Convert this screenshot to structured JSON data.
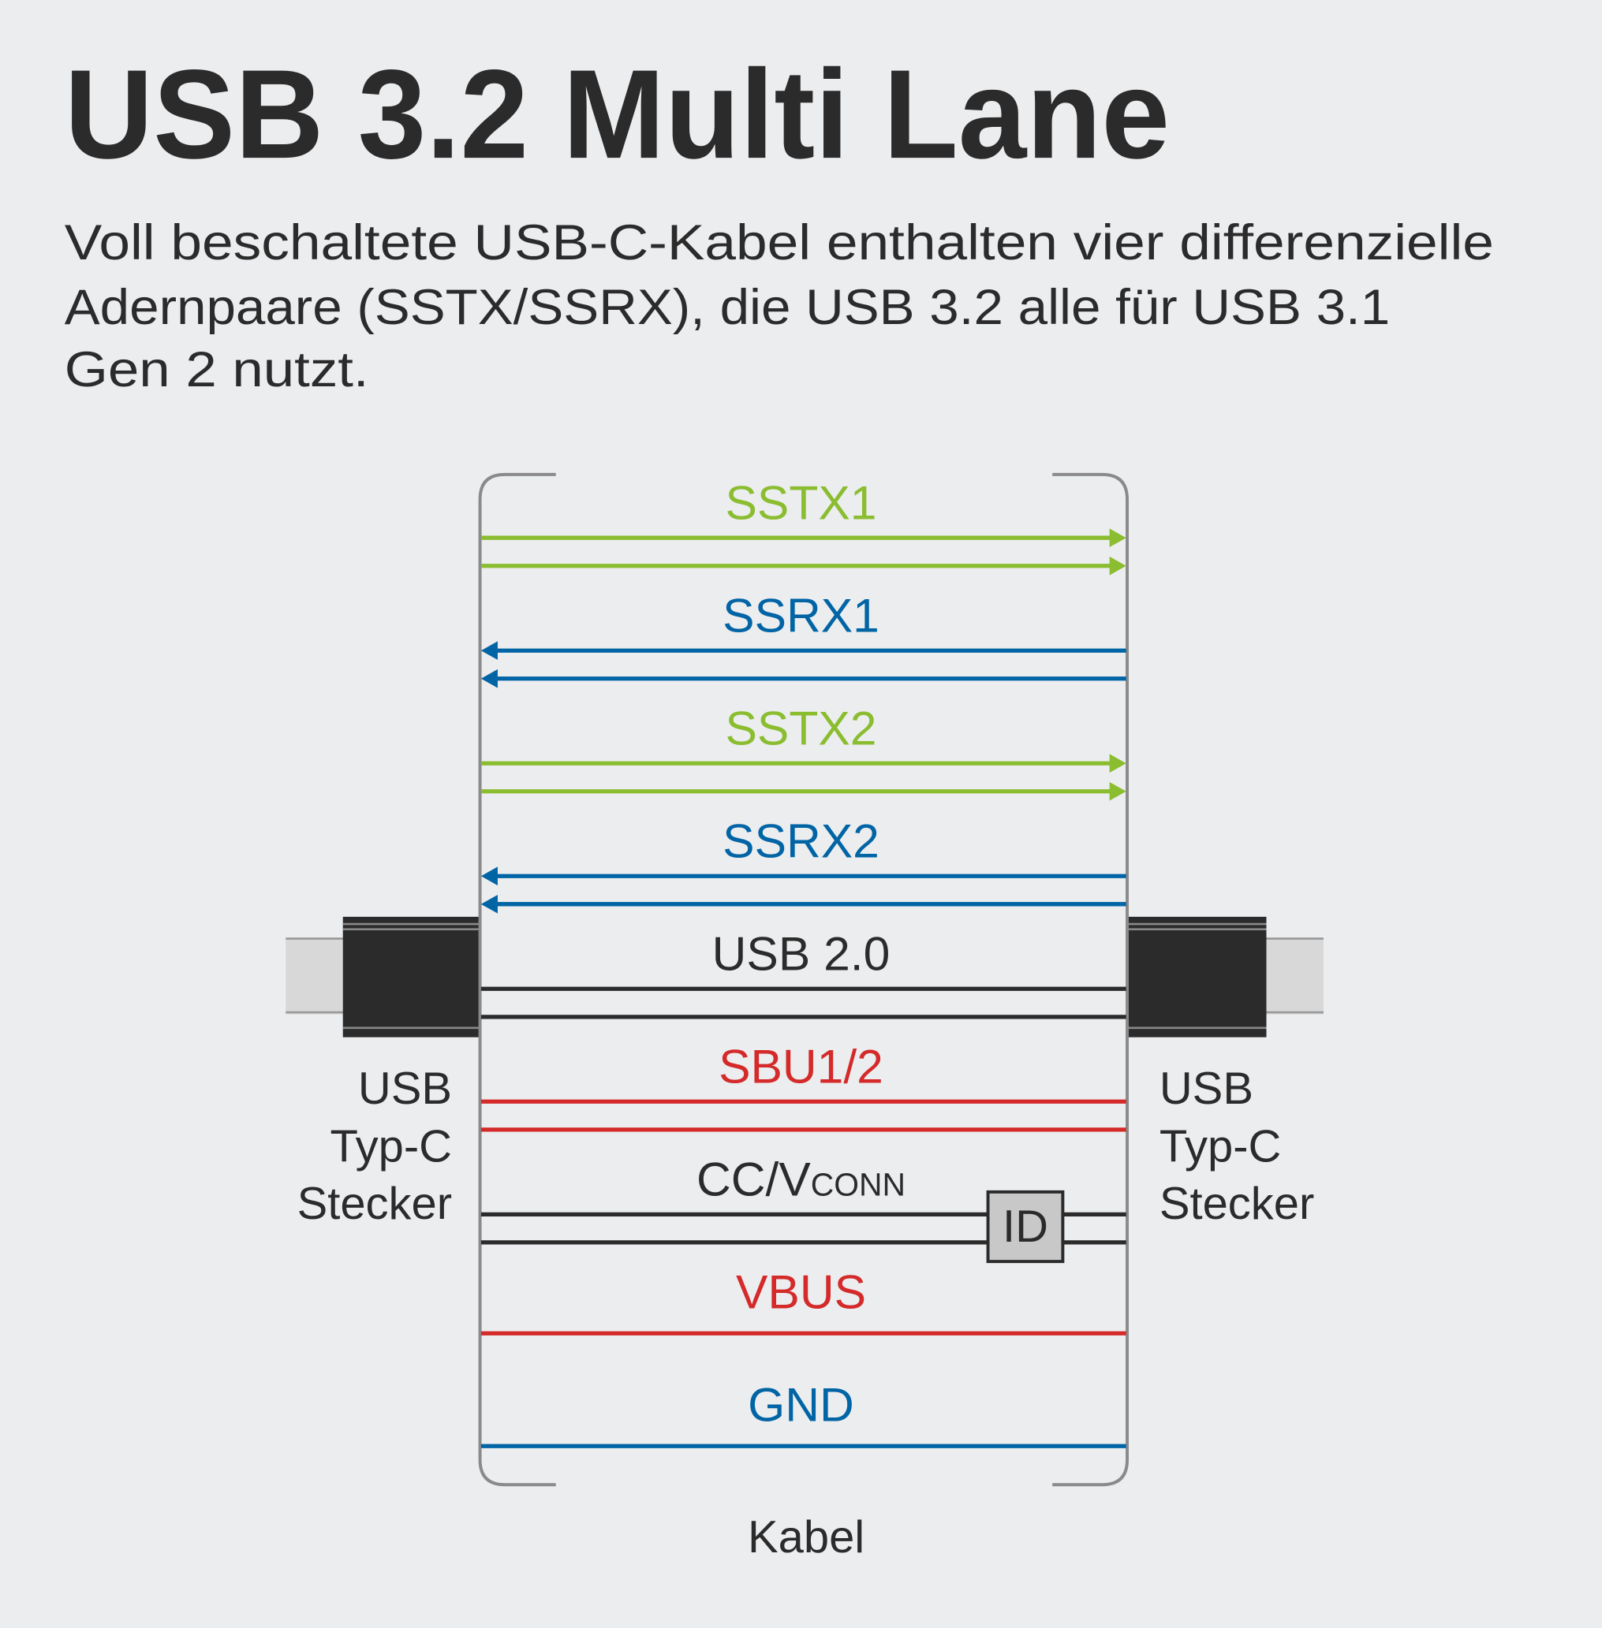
{
  "title": "USB 3.2 Multi Lane",
  "description": [
    "Voll beschaltete USB-C-Kabel enthalten vier differenzielle",
    "Adernpaare (SSTX/SSRX), die USB 3.2 alle für USB 3.1",
    "Gen 2 nutzt."
  ],
  "colors": {
    "background": "#ecedef",
    "green": "#8abd2f",
    "blue": "#0064a5",
    "red": "#d42a2a",
    "dark": "#2b2b2b",
    "frame": "#8a8a8a"
  },
  "signals": [
    {
      "label": "SSTX1",
      "color": "#8abd2f",
      "wires": 2,
      "direction": "right"
    },
    {
      "label": "SSRX1",
      "color": "#0064a5",
      "wires": 2,
      "direction": "left"
    },
    {
      "label": "SSTX2",
      "color": "#8abd2f",
      "wires": 2,
      "direction": "right"
    },
    {
      "label": "SSRX2",
      "color": "#0064a5",
      "wires": 2,
      "direction": "left"
    },
    {
      "label": "USB 2.0",
      "color": "#2b2b2b",
      "wires": 2,
      "direction": "none"
    },
    {
      "label": "SBU1/2",
      "color": "#d42a2a",
      "wires": 2,
      "direction": "none"
    },
    {
      "label": "CC/V",
      "sub": "CONN",
      "color": "#2b2b2b",
      "wires": 2,
      "direction": "none"
    },
    {
      "label": "VBUS",
      "color": "#d42a2a",
      "wires": 1,
      "direction": "none"
    },
    {
      "label": "GND",
      "color": "#0064a5",
      "wires": 1,
      "direction": "none"
    }
  ],
  "id_chip": "ID",
  "left_connector": [
    "USB",
    "Typ-C",
    "Stecker"
  ],
  "right_connector": [
    "USB",
    "Typ-C",
    "Stecker"
  ],
  "cable_label": "Kabel"
}
